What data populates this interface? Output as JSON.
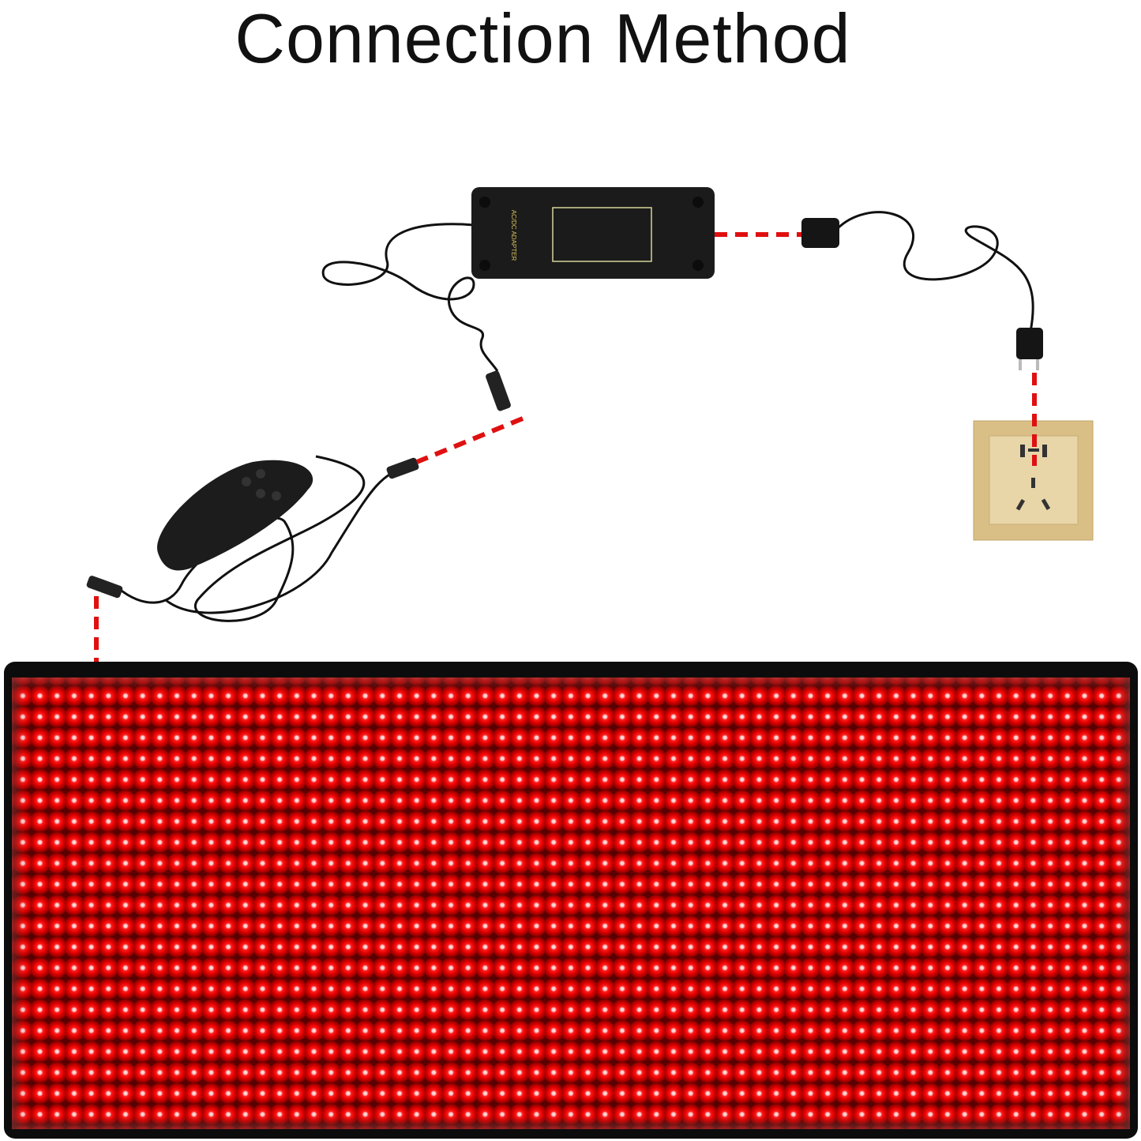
{
  "title": "Connection Method",
  "components": {
    "adapter_label": "AC/DC ADAPTER",
    "adapter": "power-adapter",
    "controller": "remote-controller",
    "plug": "power-plug",
    "socket": "wall-socket",
    "panel": "red-light-therapy-panel"
  },
  "colors": {
    "dash": "#e01010",
    "led": "#ff1a1a",
    "device": "#1a1a1a",
    "socket": "#d9bf86"
  }
}
